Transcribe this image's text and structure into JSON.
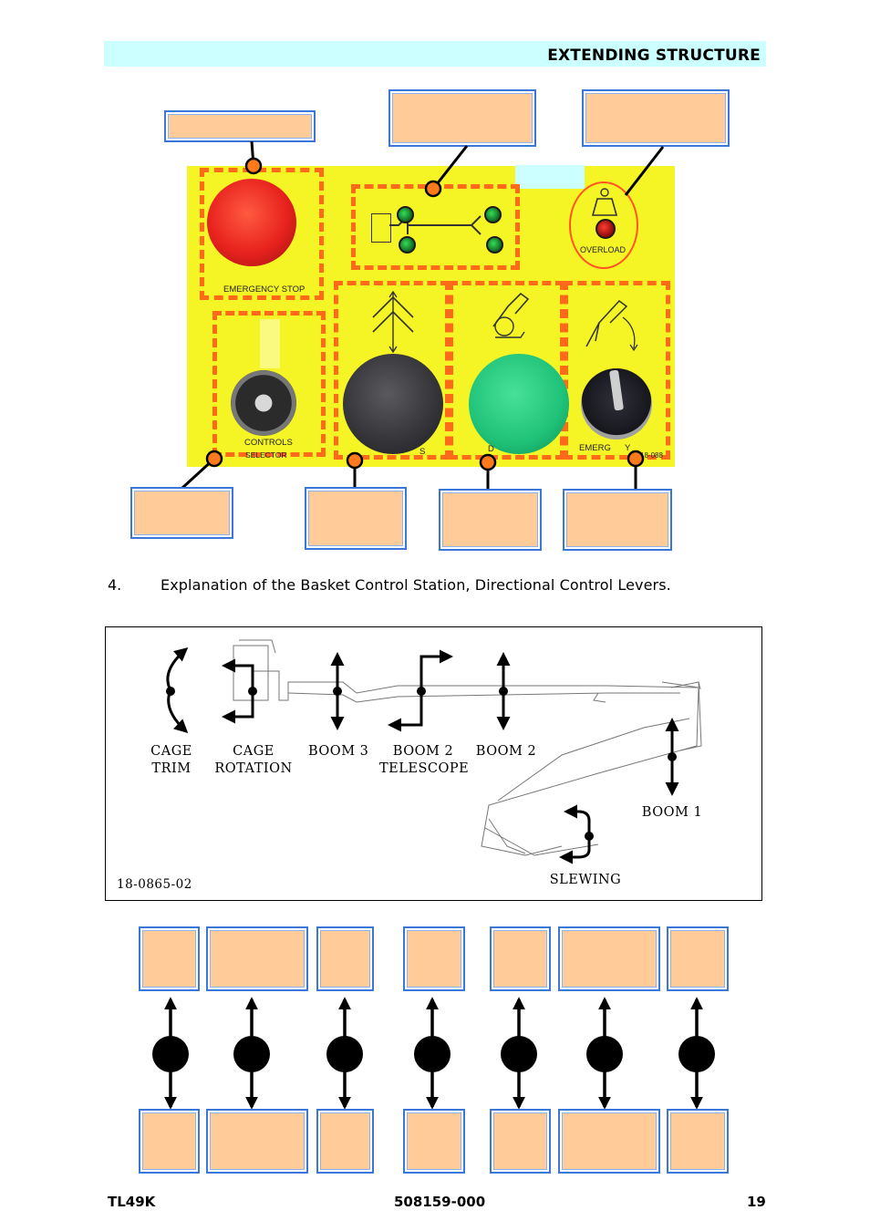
{
  "header": {
    "title": "EXTENDING STRUCTURE"
  },
  "panel": {
    "emergency_stop_label": "EMERGENCY STOP",
    "overload_label": "OVERLOAD",
    "controls_selector_label_1": "CONTROLS",
    "controls_selector_label_2": "SELECTOR",
    "partial_label_1": "S",
    "partial_label_2": "D",
    "emergency_partial_1": "EMERG",
    "emergency_partial_2": "Y",
    "code_fragment": "18-088"
  },
  "section": {
    "number": "4.",
    "text": "Explanation of the Basket Control Station, Directional Control Levers."
  },
  "diagram": {
    "labels": {
      "cage_trim_1": "CAGE",
      "cage_trim_2": "TRIM",
      "cage_rotation_1": "CAGE",
      "cage_rotation_2": "ROTATION",
      "boom3": "BOOM 3",
      "boom2_telescope_1": "BOOM 2",
      "boom2_telescope_2": "TELESCOPE",
      "boom2": "BOOM 2",
      "boom1": "BOOM 1",
      "slewing": "SLEWING"
    },
    "code": "18-0865-02"
  },
  "footer": {
    "model": "TL49K",
    "part_number": "508159-000",
    "page": "19"
  },
  "colors": {
    "header_band": "#ccffff",
    "label_fill": "#ffcc99",
    "label_border": "#3b77d8",
    "panel_yellow": "#f5f526",
    "zone_dash": "#ff6a1a",
    "stop_red": "#e8221e",
    "go_green": "#1fc278"
  }
}
